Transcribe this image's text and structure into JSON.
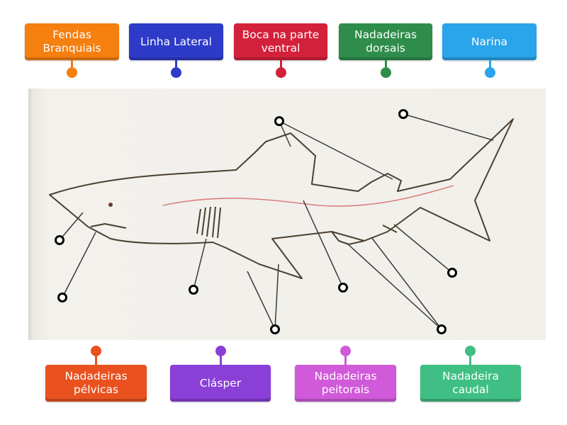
{
  "top_labels": [
    {
      "text": "Fendas Branquiais",
      "color": "#f57f0f"
    },
    {
      "text": "Linha Lateral",
      "color": "#2e3bc8"
    },
    {
      "text": "Boca na parte ventral",
      "color": "#d3213b"
    },
    {
      "text": "Nadadeiras dorsais",
      "color": "#2f8d4b"
    },
    {
      "text": "Narina",
      "color": "#2aa4ea"
    }
  ],
  "bottom_labels": [
    {
      "text": "Nadadeiras pélvicas",
      "color": "#e9521f"
    },
    {
      "text": "Clásper",
      "color": "#8a3fd7"
    },
    {
      "text": "Nadadeiras peitorais",
      "color": "#d05ad9"
    },
    {
      "text": "Nadadeira caudal",
      "color": "#3fbf83"
    }
  ]
}
